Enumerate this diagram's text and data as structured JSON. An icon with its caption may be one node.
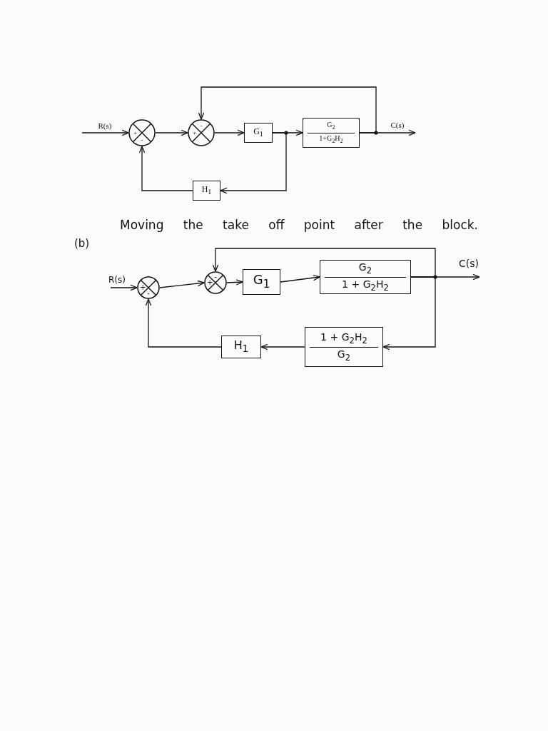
{
  "diagram": {
    "nodes": [
      {
        "text": [
          "+",
          "-"
        ]
      },
      {
        "text": [
          "+",
          "-"
        ]
      },
      {
        "text": [
          "G$_{1}$"
        ]
      },
      {
        "text": [
          "G$_{2}$",
          "1+G$_{2}$H$_{2}$"
        ]
      },
      {
        "text": [
          "H$_{1}$"
        ]
      },
      {
        "text": [
          "+",
          "-"
        ]
      },
      {
        "text": [
          "+",
          "-"
        ]
      },
      {
        "text": [
          "G$_{1}$"
        ]
      },
      {
        "text": [
          "G$_{2}$",
          "1 + G$_{2}$H$_{2}$"
        ]
      },
      {
        "text": [
          "1 + G$_{2}$H$_{2}$",
          "G$_{2}$"
        ]
      },
      {
        "text": [
          "H$_{1}$"
        ]
      }
    ],
    "edges": [
      {
        "from": null,
        "to": 0,
        "arrow": "to",
        "label": "R(s)"
      },
      {
        "from": 0,
        "to": 1,
        "arrow": "to"
      },
      {
        "from": 1,
        "to": 2,
        "arrow": "to"
      },
      {
        "from": 2,
        "to": 3,
        "arrow": "to"
      },
      {
        "from": 2,
        "to": 4,
        "arrow": "to"
      },
      {
        "from": 4,
        "to": 0,
        "arrow": "to"
      },
      {
        "from": 3,
        "to": 1,
        "arrow": "to"
      },
      {
        "from": 3,
        "to": null,
        "arrow": "to",
        "label": "C(s)"
      },
      {
        "from": null,
        "to": 5,
        "arrow": "to",
        "label": "R(s)"
      },
      {
        "from": 5,
        "to": 6,
        "arrow": "to"
      },
      {
        "from": 6,
        "to": 7,
        "arrow": "to"
      },
      {
        "from": 7,
        "to": 8,
        "arrow": "to"
      },
      {
        "from": 8,
        "to": null,
        "arrow": "to",
        "label": "C(s)"
      },
      {
        "from": 8,
        "to": 6,
        "arrow": "to"
      },
      {
        "from": 8,
        "to": 9,
        "arrow": "to"
      },
      {
        "from": 9,
        "to": 10,
        "arrow": "to"
      },
      {
        "from": 10,
        "to": 5,
        "arrow": "to"
      }
    ],
    "labels": [
      "(b)",
      "Moving the take off point after the block."
    ]
  }
}
